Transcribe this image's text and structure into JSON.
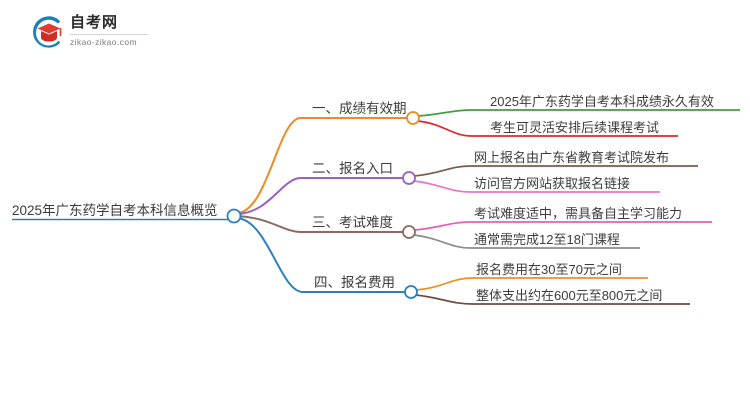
{
  "header": {
    "brand_name": "自考网",
    "brand_url": "zikao-zikao.com",
    "logo_icon": "graduation-cap-icon",
    "logo_arc_color": "#1a7fc1",
    "logo_cap_color": "#d9342b"
  },
  "mindmap": {
    "root": {
      "label": "2025年广东药学自考本科信息概览",
      "color": "#2b7fbd"
    },
    "branches": [
      {
        "label": "一、成绩有效期",
        "color": "#ee8b22",
        "children": [
          {
            "label": "2025年广东药学自考本科成绩永久有效",
            "color": "#3aa33a"
          },
          {
            "label": "考生可灵活安排后续课程考试",
            "color": "#e0262b"
          }
        ]
      },
      {
        "label": "二、报名入口",
        "color": "#9b5fc0",
        "children": [
          {
            "label": "网上报名由广东省教育考试院发布",
            "color": "#7b5a4d"
          },
          {
            "label": "访问官方网站获取报名链接",
            "color": "#ee72c6"
          }
        ]
      },
      {
        "label": "三、考试难度",
        "color": "#8d6a63",
        "children": [
          {
            "label": "考试难度适中，需具备自主学习能力",
            "color": "#ee5bb4"
          },
          {
            "label": "通常需完成12至18门课程",
            "color": "#8c8c8c"
          }
        ]
      },
      {
        "label": "四、报名费用",
        "color": "#2b7fbd",
        "children": [
          {
            "label": "报名费用在30至70元之间",
            "color": "#ef8f1c"
          },
          {
            "label": "整体支出约在600元至800元之间",
            "color": "#6d4a42"
          }
        ]
      }
    ]
  }
}
